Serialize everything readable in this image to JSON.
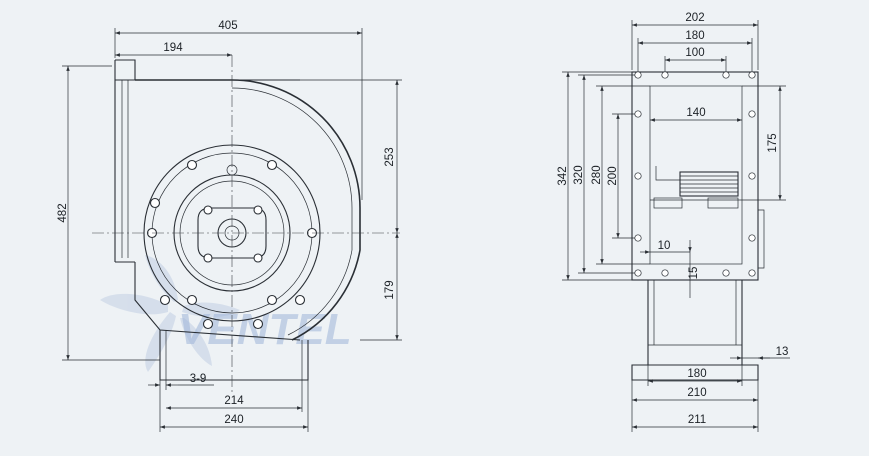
{
  "colors": {
    "background": "#eef2f5",
    "line": "#2a2f35",
    "watermark": "#9fb6d9"
  },
  "watermark": {
    "text": "VENTEL"
  },
  "front_view": {
    "dims": {
      "overall_width": "405",
      "axis_offset": "194",
      "height_total": "482",
      "upper_height": "253",
      "lower_height": "179",
      "flange_gap": "3-9",
      "base_inner": "214",
      "base_outer": "240"
    }
  },
  "side_view": {
    "dims": {
      "top_outer": "202",
      "top_mid": "180",
      "top_inner": "100",
      "opening_width": "140",
      "h342": "342",
      "h320": "320",
      "h280": "280",
      "h200": "200",
      "h175": "175",
      "d10": "10",
      "d15": "15",
      "d13": "13",
      "base_180": "180",
      "base_210": "210",
      "base_211": "211"
    }
  }
}
